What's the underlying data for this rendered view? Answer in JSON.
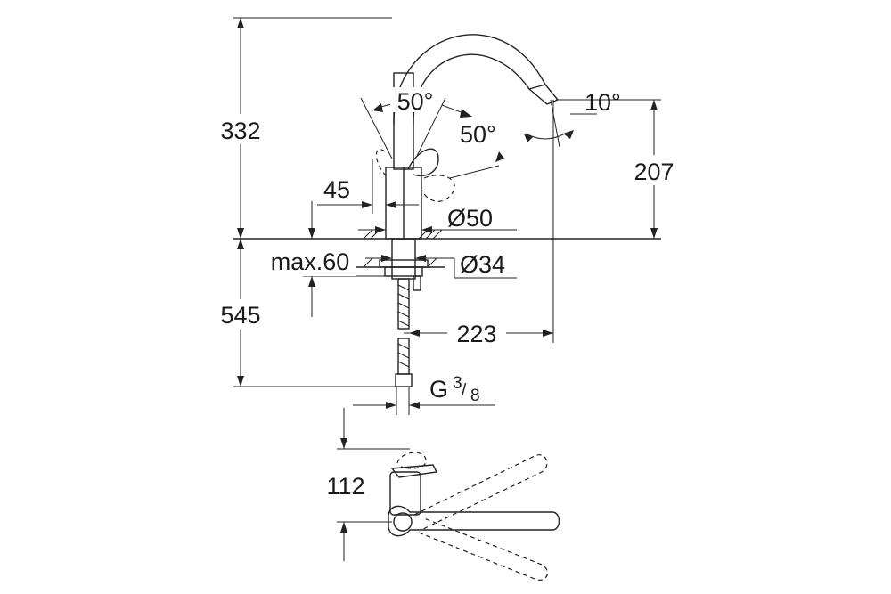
{
  "dimensions": {
    "height_above_deck": "332",
    "spout_height": "207",
    "handle_angle_front": "50°",
    "handle_angle_side": "50°",
    "spout_angle": "10°",
    "handle_offset": "45",
    "body_diameter": "Ø50",
    "counter_thickness": "max.60",
    "hole_diameter": "Ø34",
    "hose_length": "545",
    "spout_reach": "223",
    "connection_thread_main": "G",
    "connection_thread_num": "3",
    "connection_thread_den": "8",
    "top_view_depth": "112"
  }
}
